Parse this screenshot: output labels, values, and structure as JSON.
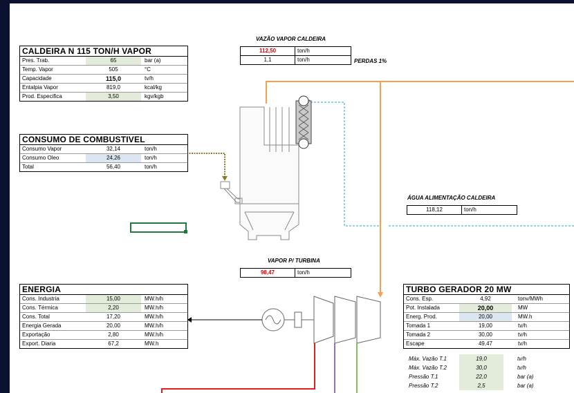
{
  "caldeira": {
    "title": "CALDEIRA N 115 TON/H VAPOR",
    "rows": [
      {
        "label": "Pres. Trab.",
        "value": "65",
        "unit": "bar (a)",
        "fill": "green"
      },
      {
        "label": "Temp. Vapor",
        "value": "505",
        "unit": "°C",
        "fill": ""
      },
      {
        "label": "Capacidade",
        "value": "115,0",
        "unit": "tv/h",
        "fill": "",
        "bold": true
      },
      {
        "label": "Entalpia Vapor",
        "value": "819,0",
        "unit": "kcal/kg",
        "fill": ""
      },
      {
        "label": "Prod. Especifica",
        "value": "3,50",
        "unit": "kgv/kgb",
        "fill": "green"
      }
    ]
  },
  "combustivel": {
    "title": "CONSUMO DE COMBUSTIVEL",
    "rows": [
      {
        "label": "Consumo Vapor",
        "value": "32,14",
        "unit": "ton/h",
        "fill": ""
      },
      {
        "label": "Consumo Oleo",
        "value": "24,26",
        "unit": "ton/h",
        "fill": "blue"
      },
      {
        "label": "Total",
        "value": "56,40",
        "unit": "ton/h",
        "fill": ""
      }
    ]
  },
  "energia": {
    "title": "ENERGIA",
    "rows": [
      {
        "label": "Cons. Industria",
        "value": "15,00",
        "unit": "MW.h/h",
        "fill": "green"
      },
      {
        "label": "Cons. Térmica",
        "value": "2,20",
        "unit": "MW.h/h",
        "fill": "green"
      },
      {
        "label": "Cons. Total",
        "value": "17,20",
        "unit": "MW.h/h",
        "fill": ""
      },
      {
        "label": "Energia Gerada",
        "value": "20,00",
        "unit": "MW.h/h",
        "fill": ""
      },
      {
        "label": "Exportação",
        "value": "2,80",
        "unit": "MW.h/h",
        "fill": ""
      },
      {
        "label": "Export. Diaria",
        "value": "67,2",
        "unit": "MW.h",
        "fill": ""
      }
    ]
  },
  "turbo": {
    "title": "TURBO GERADOR 20 MW",
    "rows": [
      {
        "label": "Cons. Esp.",
        "value": "4,92",
        "unit": "tonv/MWh",
        "fill": ""
      },
      {
        "label": "Pot. Instalada",
        "value": "20,00",
        "unit": "MW",
        "fill": "green",
        "bold": true
      },
      {
        "label": "Energ. Prod.",
        "value": "20,00",
        "unit": "MW.h",
        "fill": "blue"
      },
      {
        "label": "Tomada 1",
        "value": "19,00",
        "unit": "tv/h",
        "fill": ""
      },
      {
        "label": "Tomada 2",
        "value": "30,00",
        "unit": "tv/h",
        "fill": ""
      },
      {
        "label": "Escape",
        "value": "49,47",
        "unit": "tv/h",
        "fill": ""
      }
    ]
  },
  "vazao": {
    "caption": "VAZÃO VAPOR CALDEIRA",
    "value1": "112,50",
    "unit1": "ton/h",
    "value2": "1,1",
    "unit2": "ton/h",
    "perdas": "PERDAS 1%"
  },
  "agua": {
    "caption": "ÁGUA ALIMENTAÇÃO CALDEIRA",
    "value": "118,12",
    "unit": "ton/h"
  },
  "vapor_turbina": {
    "caption": "VAPOR P/ TURBINA",
    "value": "98,47",
    "unit": "ton/h"
  },
  "limites": [
    {
      "label": "Máx. Vazão T.1",
      "value": "19,0",
      "unit": "tv/h"
    },
    {
      "label": "Máx. Vazão T.2",
      "value": "30,0",
      "unit": "tv/h"
    },
    {
      "label": "Pressão T.1",
      "value": "22,0",
      "unit": "bar (a)"
    },
    {
      "label": "Pressão T.2",
      "value": "2,5",
      "unit": "bar (a)"
    }
  ],
  "colors": {
    "steam": "#f5a050",
    "water": "#29a3c6",
    "fuel": "#8c7a2a",
    "line_red": "#e02020",
    "line_purple": "#9b6bc1",
    "line_green": "#7ec25a",
    "green_fill": "#e3ecda",
    "blue_fill": "#dce6f1",
    "selection": "#1f7a3a"
  }
}
